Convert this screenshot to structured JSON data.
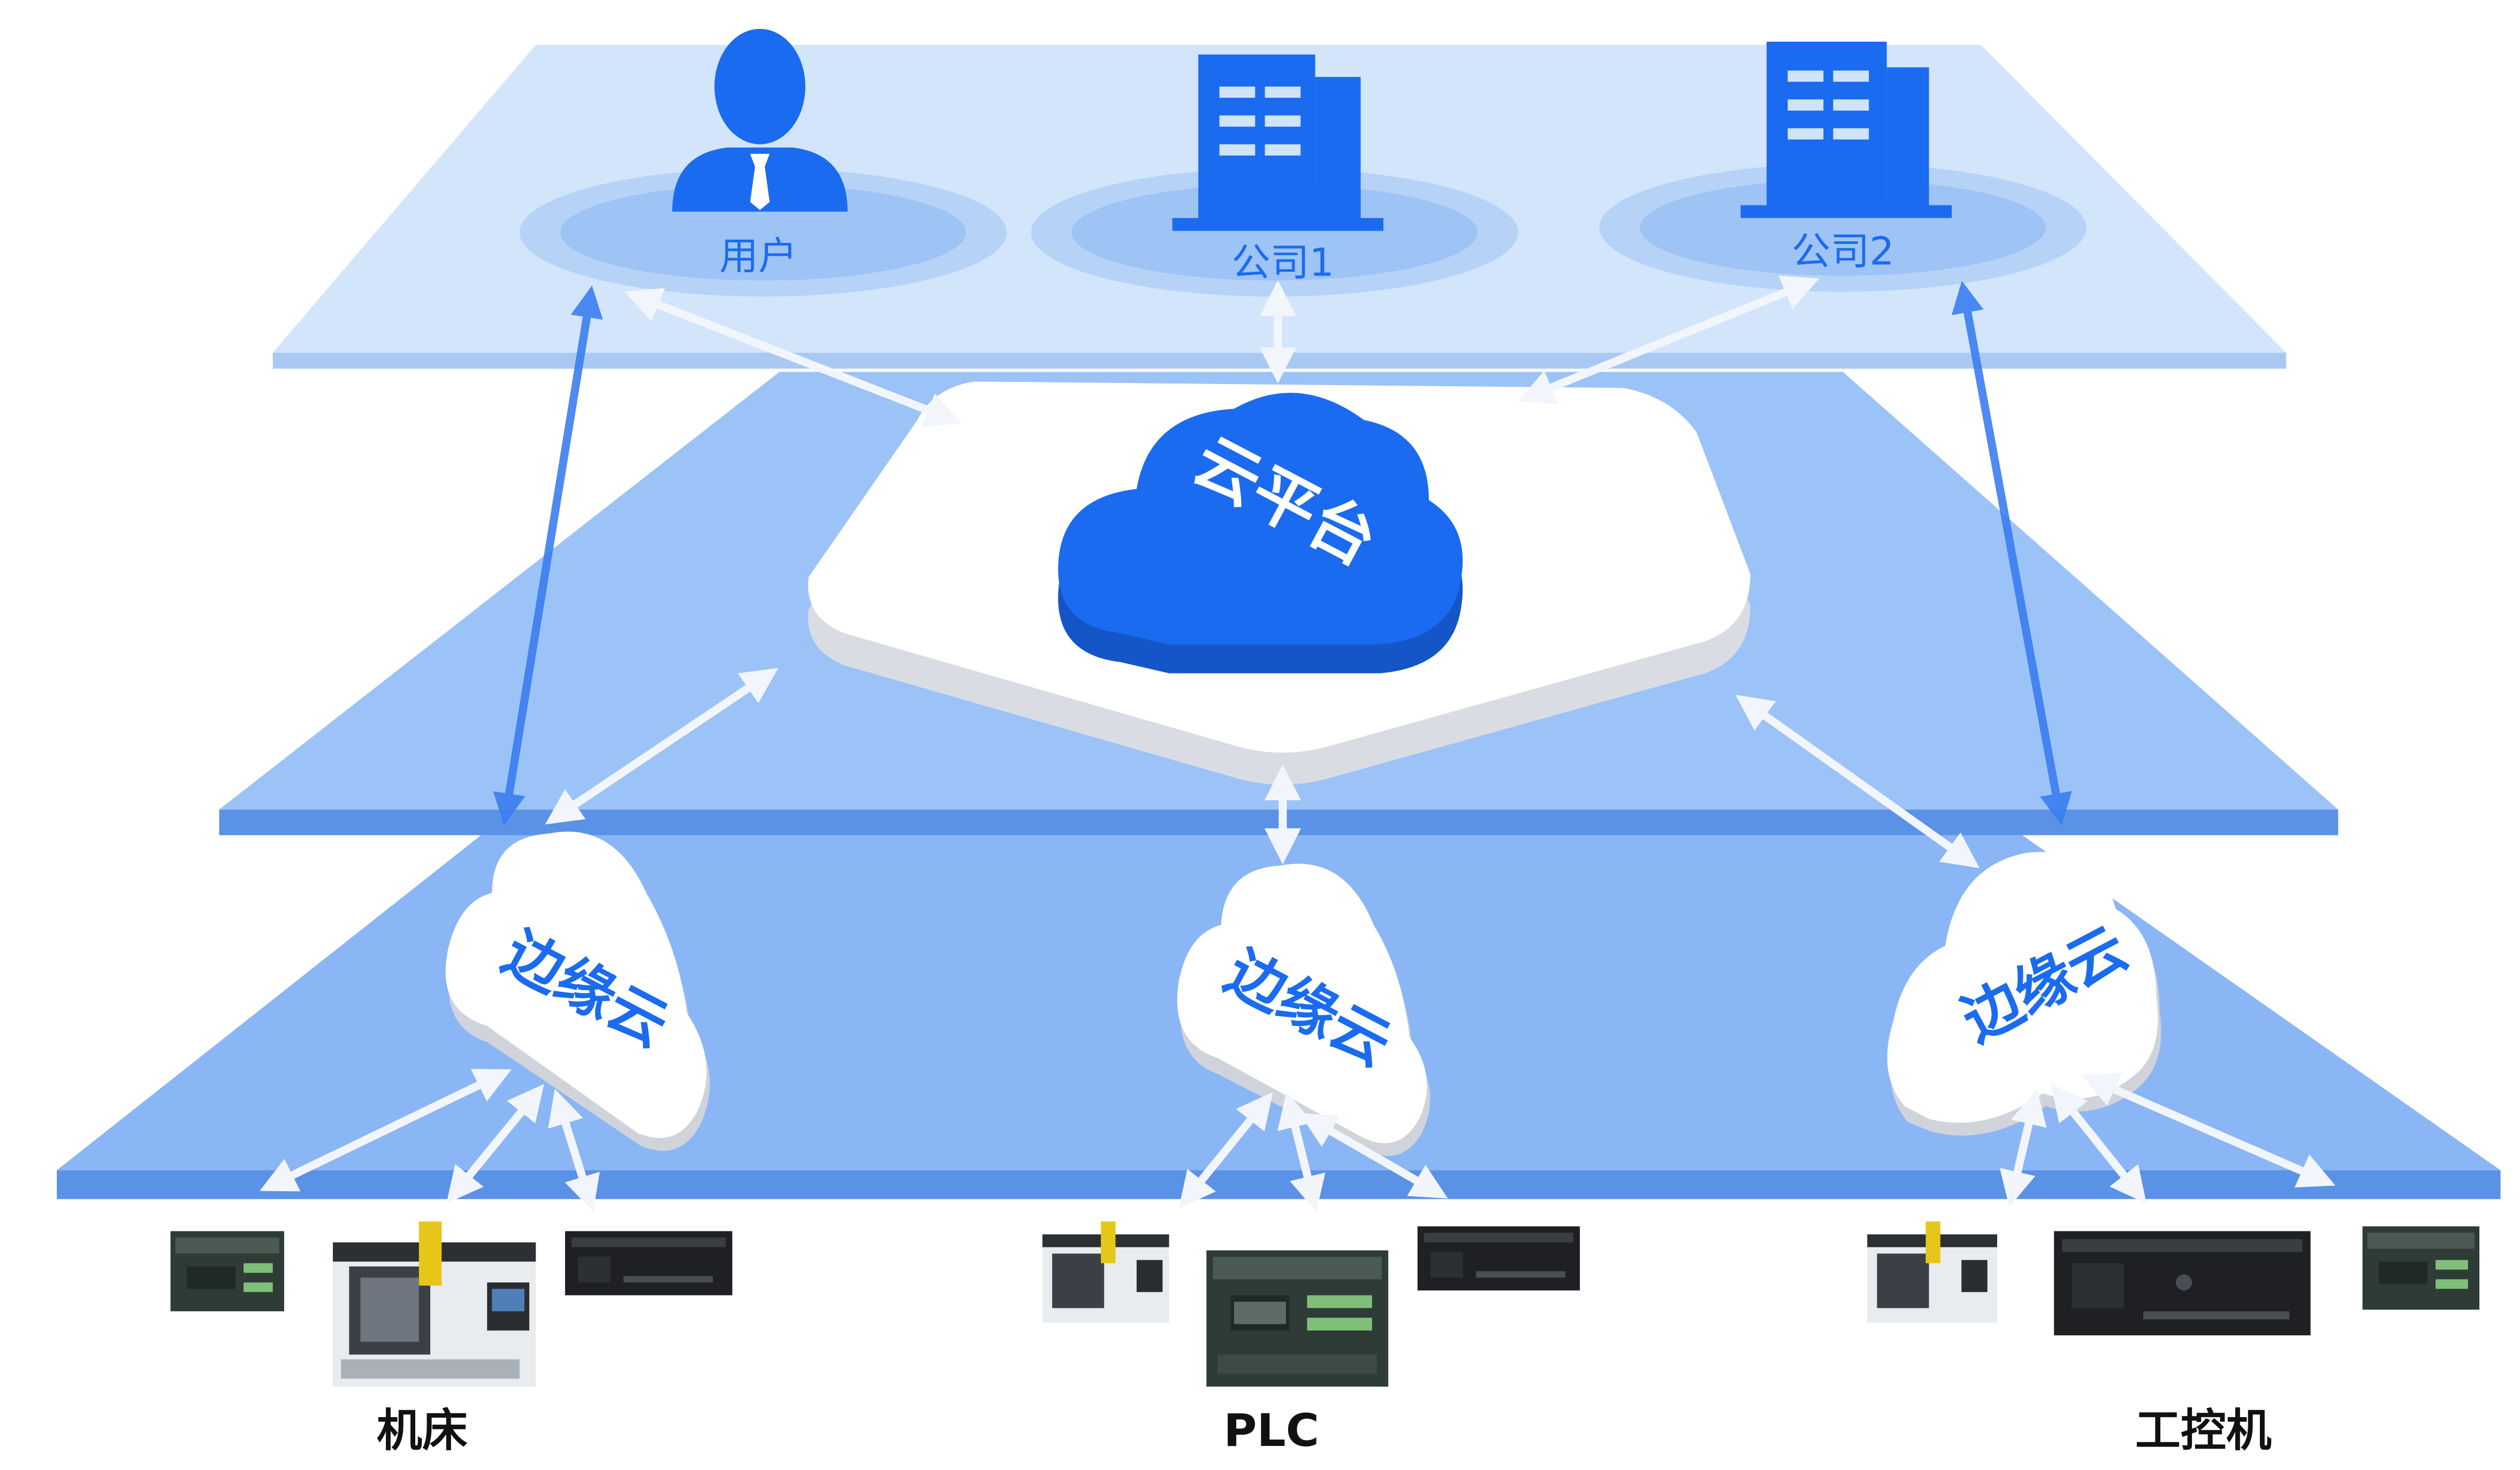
{
  "colors": {
    "accent_blue": "#1a6bf0",
    "layer_top": "#cfe3fb",
    "layer_mid": "#9cc3f7",
    "layer_bottom": "#8ab6f6",
    "edge": "#5a92e6",
    "arrow_light": "#f2f6fc",
    "arrow_dark": "#3b7ef0"
  },
  "top_layer": {
    "entities": [
      {
        "id": "user",
        "label": "用户",
        "icon": "user-icon"
      },
      {
        "id": "company1",
        "label": "公司1",
        "icon": "building-icon"
      },
      {
        "id": "company2",
        "label": "公司2",
        "icon": "building-icon"
      }
    ]
  },
  "cloud_platform": {
    "label": "云平台",
    "icon": "cloud-icon"
  },
  "edge_clouds": [
    {
      "label": "边缘云"
    },
    {
      "label": "边缘云"
    },
    {
      "label": "边缘云"
    }
  ],
  "device_groups": [
    {
      "label": "机床"
    },
    {
      "label": "PLC"
    },
    {
      "label": "工控机"
    }
  ]
}
